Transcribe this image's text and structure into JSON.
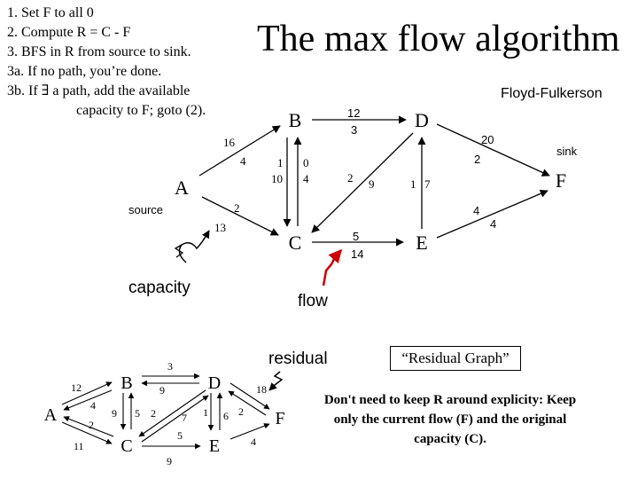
{
  "title": "The max flow algorithm",
  "subtitle": "Floyd-Fulkerson",
  "steps": [
    "1. Set F to all 0",
    "2. Compute R = C - F",
    "3. BFS in R from source to sink.",
    "3a. If no path, you’re done.",
    "3b. If ∃ a path, add the available",
    "capacity to F; goto (2)."
  ],
  "top_graph": {
    "nodes": {
      "A": "A",
      "B": "B",
      "C": "C",
      "D": "D",
      "E": "E",
      "F": "F"
    },
    "labels": {
      "source": "source",
      "sink": "sink",
      "capacity": "capacity",
      "flow": "flow",
      "ab_cap": "16",
      "ab_flow": "4",
      "ac_cap": "13",
      "ac_flow": "2",
      "bc_cap": "10",
      "bc_flow": "1",
      "cb_cap": "4",
      "cb_flow": "0",
      "bd_flow": "12",
      "bd_cap": "3",
      "dc_flow": "2",
      "dc_cap": "9",
      "ce_flow": "5",
      "ce_cap": "14",
      "ed_flow": "1",
      "ed_cap": "7",
      "df_cap": "20",
      "df_flow": "2",
      "ef_flow": "4",
      "ef_cap": "4"
    }
  },
  "residual_graph": {
    "label": "residual",
    "box_label": "“Residual Graph”",
    "nodes": {
      "A": "A",
      "B": "B",
      "C": "C",
      "D": "D",
      "E": "E",
      "F": "F"
    },
    "labels": {
      "ab": "12",
      "ba": "4",
      "ca": "2",
      "ac": "11",
      "bd": "3",
      "db": "9",
      "bc": "9",
      "cb1": "5",
      "cb2": "2",
      "dc": "7",
      "cd": "5",
      "de": "1",
      "ed": "6",
      "df": "18",
      "fd": "2",
      "ef": "4",
      "ce": "9"
    }
  },
  "note": "Don't need to keep R around explicity: Keep only the current flow (F) and the original capacity (C).",
  "colors": {
    "ink": "#000000",
    "flow_arrow": "#cc0000"
  }
}
